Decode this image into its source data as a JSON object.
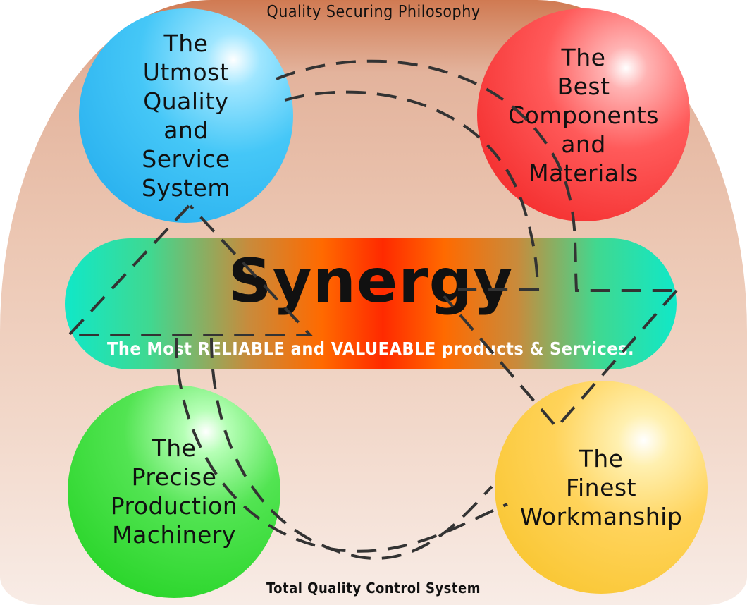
{
  "captions": {
    "top": "Quality Securing Philosophy",
    "bottom": "Total Quality Control System"
  },
  "center": {
    "title": "Synergy",
    "subtitle": "The Most RELIABLE and VALUEABLE products & Services."
  },
  "circles": {
    "top_left": [
      "The",
      "Utmost",
      "Quality",
      "and",
      "Service",
      "System"
    ],
    "top_right": [
      "The",
      "Best",
      "Components",
      "and",
      "Materials"
    ],
    "bottom_left": [
      "The",
      "Precise",
      "Production",
      "Machinery"
    ],
    "bottom_right": [
      "The",
      "Finest",
      "Workmanship"
    ]
  },
  "colors": {
    "top_left": "#1fa9ec",
    "top_right": "#f01e1e",
    "bottom_left": "#1bd01b",
    "bottom_right": "#f7c122",
    "dash": "#333333"
  }
}
